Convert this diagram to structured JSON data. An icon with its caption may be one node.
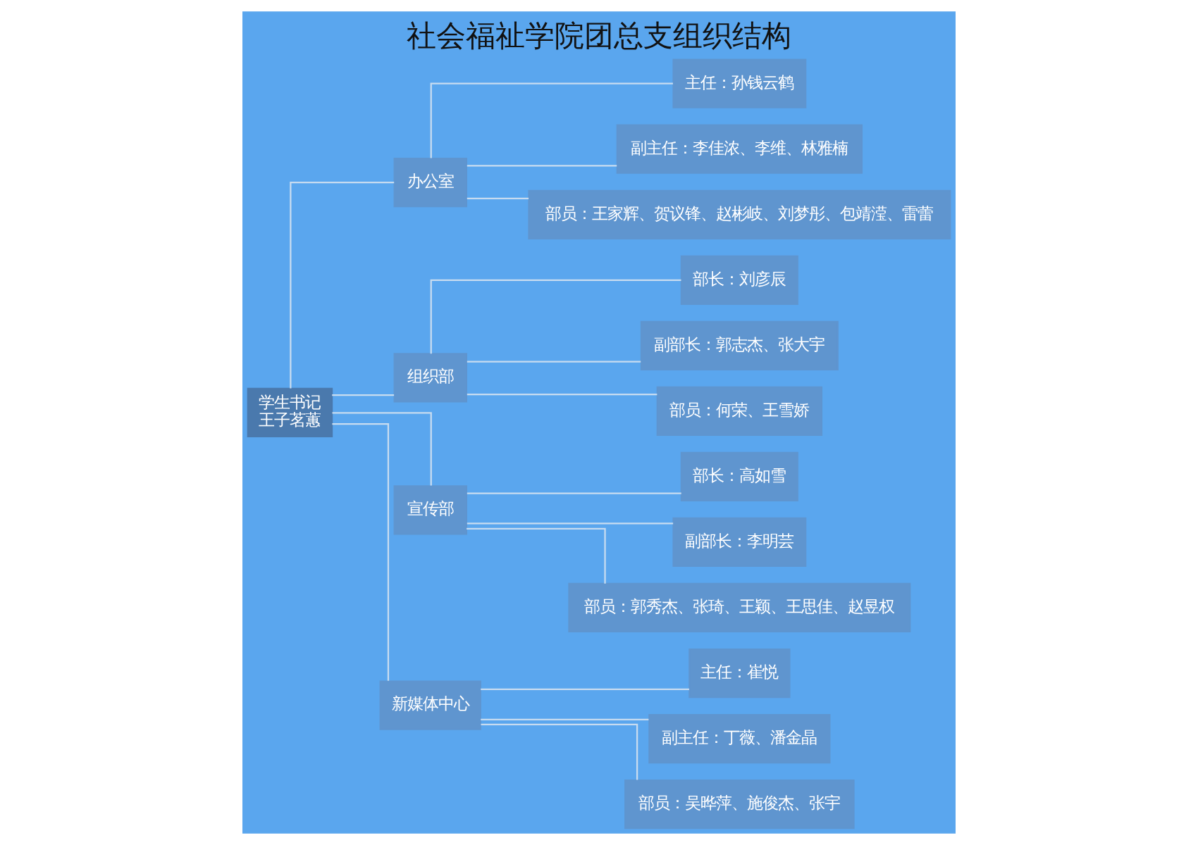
{
  "diagram": {
    "title": "社会福祉学院团总支组织结构",
    "nodes": [
      {
        "text": [
          "学生书记",
          "王子茗蕙"
        ]
      },
      {
        "text": [
          "办公室"
        ]
      },
      {
        "text": [
          "主任：孙钱云鹤"
        ]
      },
      {
        "text": [
          "副主任：李佳浓、李维、林雅楠"
        ]
      },
      {
        "text": [
          "部员：王家辉、贺议锋、赵彬岐、刘梦彤、包靖滢、雷蕾"
        ]
      },
      {
        "text": [
          "组织部"
        ]
      },
      {
        "text": [
          "部长：刘彦辰"
        ]
      },
      {
        "text": [
          "副部长：郭志杰、张大宇"
        ]
      },
      {
        "text": [
          "部员：何荣、王雪娇"
        ]
      },
      {
        "text": [
          "宣传部"
        ]
      },
      {
        "text": [
          "部长：高如雪"
        ]
      },
      {
        "text": [
          "副部长：李明芸"
        ]
      },
      {
        "text": [
          "部员：郭秀杰、张琦、王颖、王思佳、赵昱权"
        ]
      },
      {
        "text": [
          "新媒体中心"
        ]
      },
      {
        "text": [
          "主任：崔悦"
        ]
      },
      {
        "text": [
          "副主任：丁薇、潘金晶"
        ]
      },
      {
        "text": [
          "部员：吴晔萍、施俊杰、张宇"
        ]
      }
    ],
    "edges": [
      {
        "from": 0,
        "to": 1,
        "arrow": "none"
      },
      {
        "from": 0,
        "to": 5,
        "arrow": "none"
      },
      {
        "from": 0,
        "to": 9,
        "arrow": "none"
      },
      {
        "from": 0,
        "to": 13,
        "arrow": "none"
      },
      {
        "from": 1,
        "to": 2,
        "arrow": "none"
      },
      {
        "from": 1,
        "to": 3,
        "arrow": "none"
      },
      {
        "from": 1,
        "to": 4,
        "arrow": "none"
      },
      {
        "from": 5,
        "to": 6,
        "arrow": "none"
      },
      {
        "from": 5,
        "to": 7,
        "arrow": "none"
      },
      {
        "from": 5,
        "to": 8,
        "arrow": "none"
      },
      {
        "from": 9,
        "to": 10,
        "arrow": "none"
      },
      {
        "from": 9,
        "to": 11,
        "arrow": "none"
      },
      {
        "from": 9,
        "to": 12,
        "arrow": "none"
      },
      {
        "from": 13,
        "to": 14,
        "arrow": "none"
      },
      {
        "from": 13,
        "to": 15,
        "arrow": "none"
      },
      {
        "from": 13,
        "to": 16,
        "arrow": "none"
      }
    ]
  }
}
